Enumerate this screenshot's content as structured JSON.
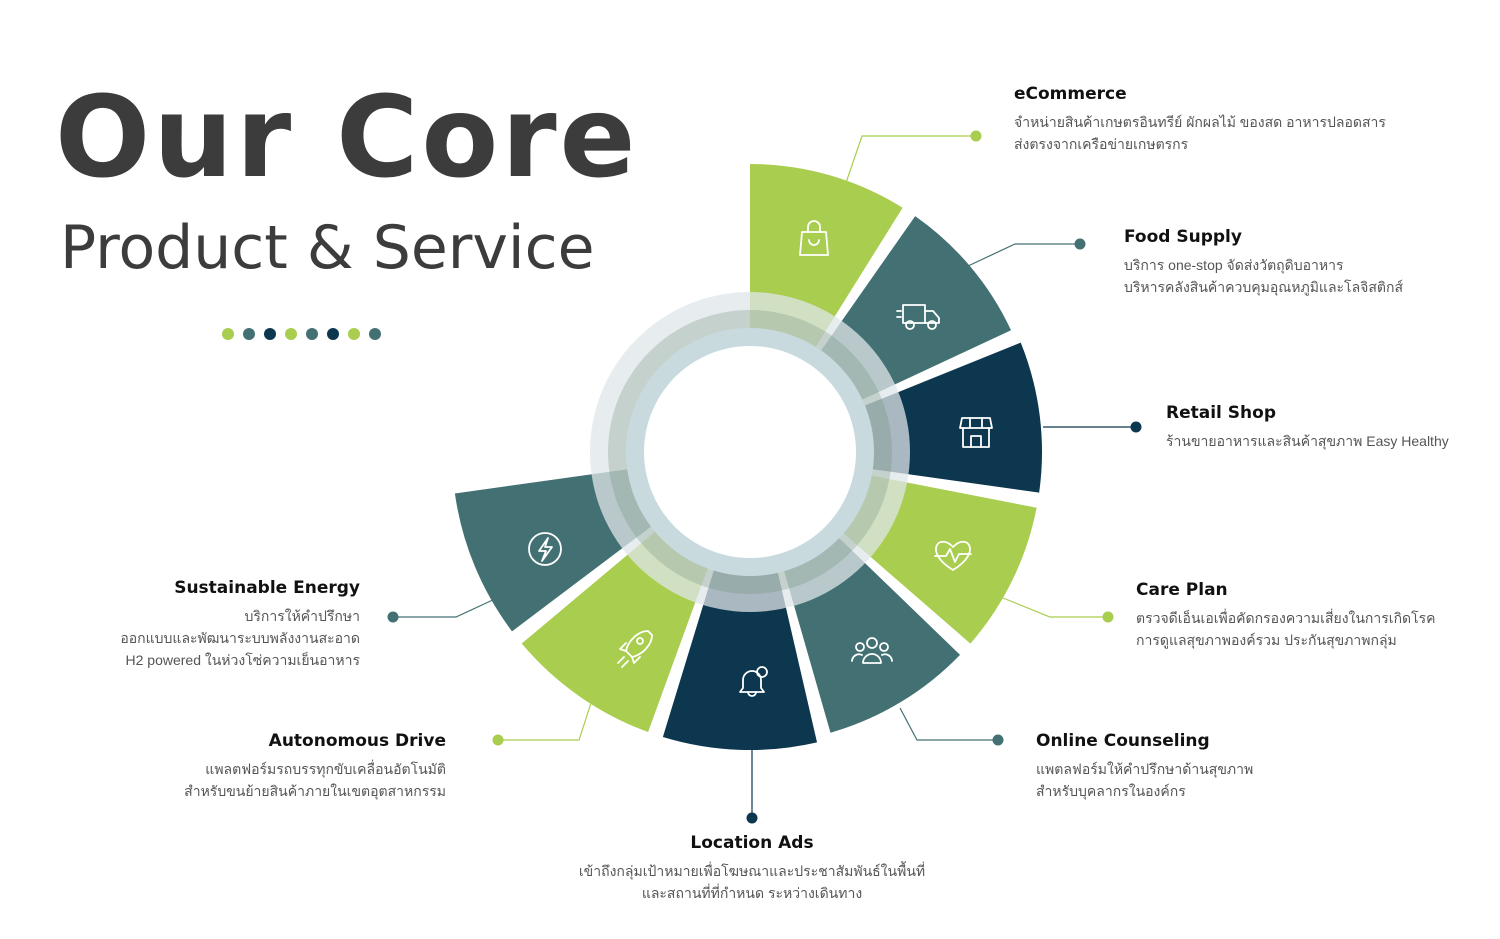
{
  "heading": {
    "title": "Our Core",
    "subtitle": "Product & Service"
  },
  "colors": {
    "lime": "#a9cd4f",
    "teal": "#437173",
    "navy": "#0d374e",
    "ring_outer": "#e2e7ea",
    "ring_mid": "#cbdbe0",
    "text_dark": "#3c3c3c"
  },
  "dots": [
    "#a9cd4f",
    "#437173",
    "#0d374e",
    "#a9cd4f",
    "#437173",
    "#0d374e",
    "#a9cd4f",
    "#437173"
  ],
  "segments": [
    {
      "key": "ecommerce",
      "icon": "shopping-bag-icon",
      "color": "#a9cd4f",
      "title": "eCommerce",
      "lines": [
        "จำหน่ายสินค้าเกษตรอินทรีย์ ผักผลไม้ ของสด อาหารปลอดสาร",
        "ส่งตรงจากเครือข่ายเกษตรกร"
      ]
    },
    {
      "key": "food-supply",
      "icon": "delivery-truck-icon",
      "color": "#437173",
      "title": "Food Supply",
      "lines": [
        "บริการ one-stop จัดส่งวัตถุดิบอาหาร",
        "บริหารคลังสินค้าควบคุมอุณหภูมิและโลจิสติกส์"
      ]
    },
    {
      "key": "retail-shop",
      "icon": "storefront-icon",
      "color": "#0d374e",
      "title": "Retail Shop",
      "lines": [
        "ร้านขายอาหารและสินค้าสุขภาพ Easy Healthy"
      ]
    },
    {
      "key": "care-plan",
      "icon": "heart-pulse-icon",
      "color": "#a9cd4f",
      "title": "Care Plan",
      "lines": [
        "ตรวจดีเอ็นเอเพื่อคัดกรองความเสี่ยงในการเกิดโรค",
        "การดูแลสุขภาพองค์รวม ประกันสุขภาพกลุ่ม"
      ]
    },
    {
      "key": "online-counseling",
      "icon": "people-group-icon",
      "color": "#437173",
      "title": "Online Counseling",
      "lines": [
        "แพตลฟอร์มให้คำปรึกษาด้านสุขภาพ",
        "สำหรับบุคลากรในองค์กร"
      ]
    },
    {
      "key": "location-ads",
      "icon": "notification-bell-icon",
      "color": "#0d374e",
      "title": "Location Ads",
      "lines": [
        "เข้าถึงกลุ่มเป้าหมายเพื่อโฆษณาและประชาสัมพันธ์ในพื้นที่",
        "และสถานที่ที่กำหนด ระหว่างเดินทาง"
      ]
    },
    {
      "key": "autonomous-drive",
      "icon": "rocket-icon",
      "color": "#a9cd4f",
      "title": "Autonomous Drive",
      "lines": [
        "แพลตฟอร์มรถบรรทุกขับเคลื่อนอัตโนมัติ",
        "สำหรับขนย้ายสินค้าภายในเขตอุตสาหกรรม"
      ]
    },
    {
      "key": "sustainable-energy",
      "icon": "lightning-bolt-icon",
      "color": "#437173",
      "title": "Sustainable Energy",
      "lines": [
        "บริการให้คำปรึกษา",
        "ออกแบบและพัฒนาระบบพลังงานสะอาด",
        "H2 powered ในห่วงโซ่ความเย็นอาหาร"
      ]
    }
  ]
}
